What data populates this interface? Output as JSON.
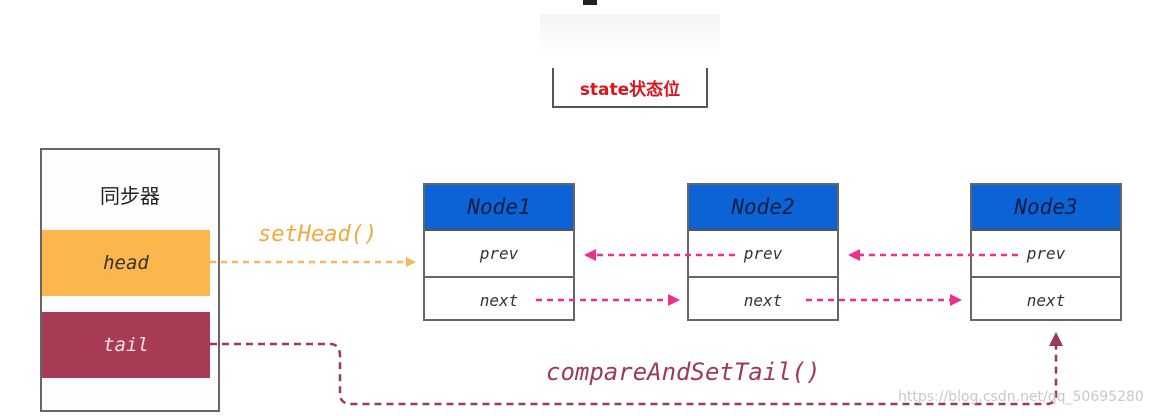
{
  "state_label": "state状态位",
  "synchronizer": {
    "title": "同步器",
    "head_label": "head",
    "tail_label": "tail"
  },
  "nodes": [
    {
      "name": "Node1",
      "prev": "prev",
      "next": "next"
    },
    {
      "name": "Node2",
      "prev": "prev",
      "next": "next"
    },
    {
      "name": "Node3",
      "prev": "prev",
      "next": "next"
    }
  ],
  "arrows": {
    "set_head": "setHead()",
    "compare_and_set_tail": "compareAndSetTail()"
  },
  "watermark": "https://blog.csdn.net/qq_50695280",
  "colors": {
    "head_field": "#fbb64e",
    "tail_field": "#a83c54",
    "node_header": "#0b63d6",
    "state_text": "#e0121c",
    "link_arrows": "#ee2f8c",
    "set_head_arrow": "#f5b860",
    "cas_arrow": "#9e3a55"
  }
}
